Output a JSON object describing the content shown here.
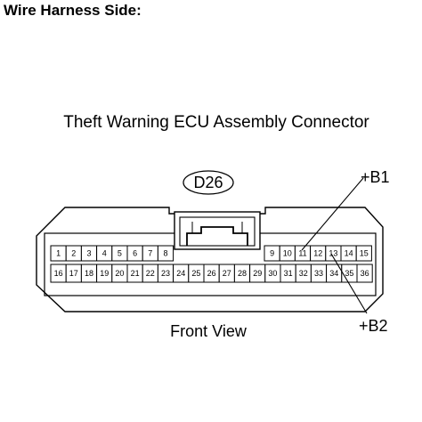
{
  "heading": "Wire Harness Side:",
  "connector_title": "Theft Warning ECU Assembly Connector",
  "connector_code": "D26",
  "view_label": "Front View",
  "callouts": {
    "b1": "+B1",
    "b2": "+B2"
  },
  "pins_top_left": [
    "1",
    "2",
    "3",
    "4",
    "5",
    "6",
    "7",
    "8"
  ],
  "pins_top_right": [
    "9",
    "10",
    "11",
    "12",
    "13",
    "14",
    "15"
  ],
  "pins_bottom": [
    "16",
    "17",
    "18",
    "19",
    "20",
    "21",
    "22",
    "23",
    "24",
    "25",
    "26",
    "27",
    "28",
    "29",
    "30",
    "31",
    "32",
    "33",
    "34",
    "35",
    "36"
  ],
  "colors": {
    "line": "#000000",
    "background": "#ffffff"
  }
}
